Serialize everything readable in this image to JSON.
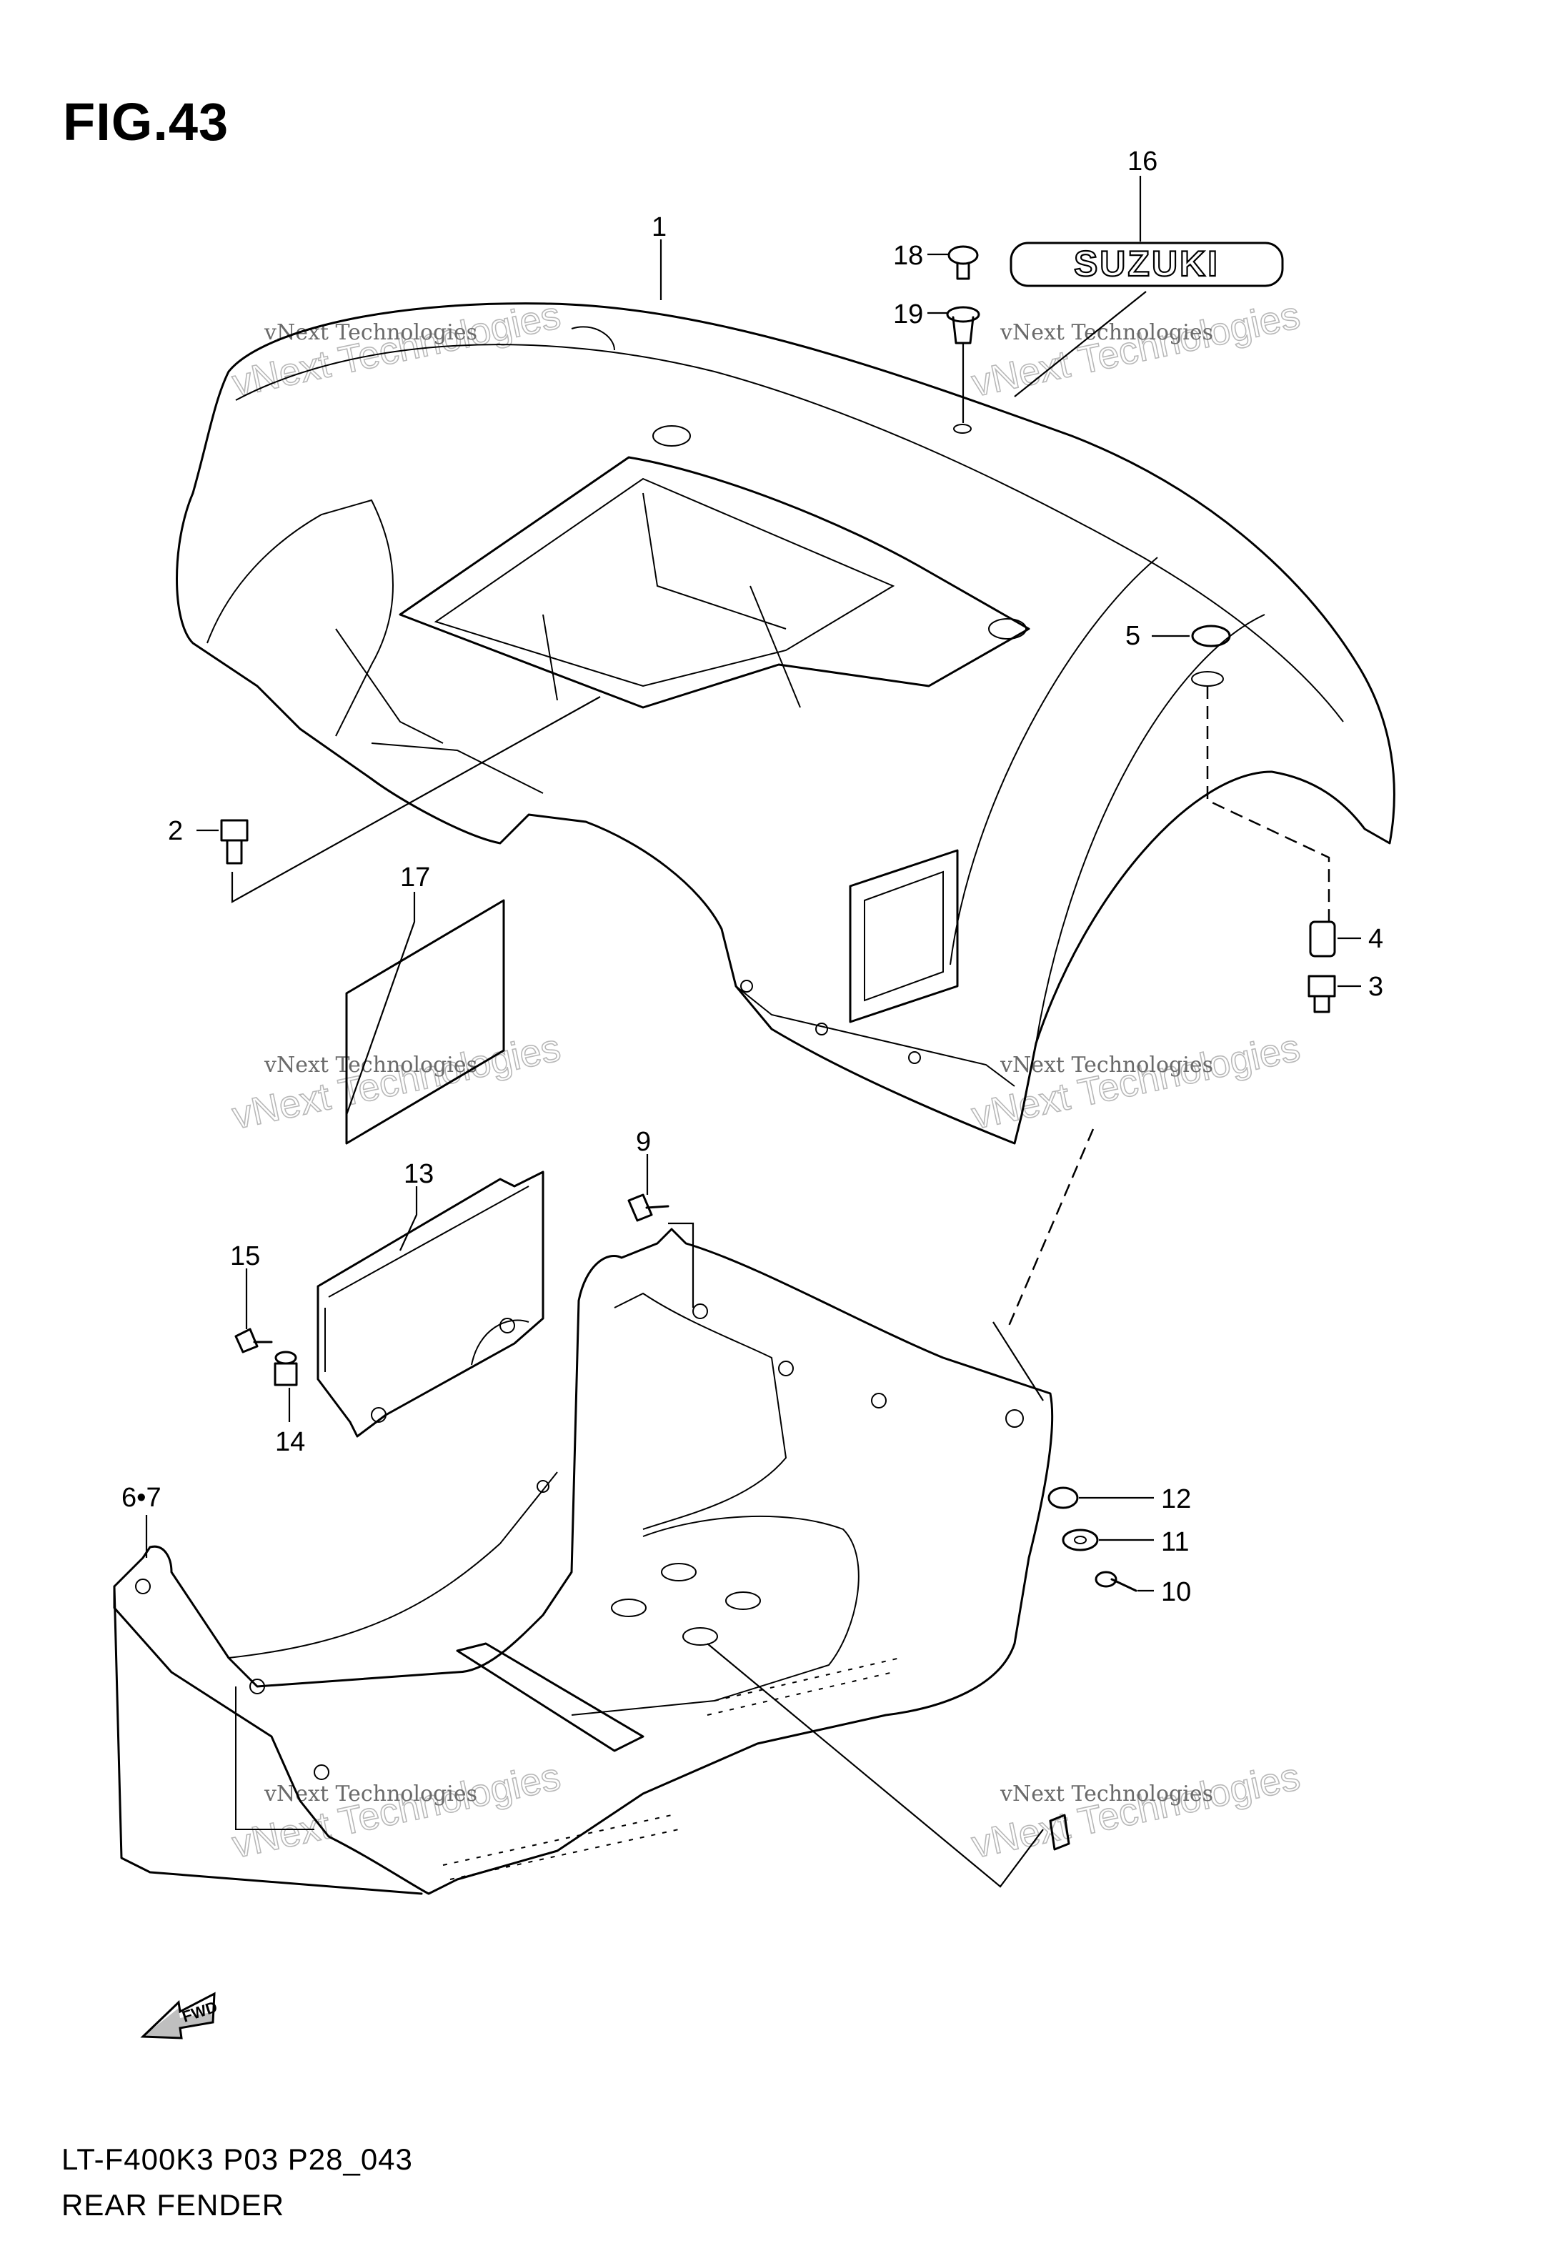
{
  "figure": {
    "title": "FIG.43"
  },
  "callouts": [
    {
      "id": "c1",
      "text": "1"
    },
    {
      "id": "c2",
      "text": "2"
    },
    {
      "id": "c3",
      "text": "3"
    },
    {
      "id": "c4",
      "text": "4"
    },
    {
      "id": "c5",
      "text": "5"
    },
    {
      "id": "c67",
      "text": "6•7"
    },
    {
      "id": "c9",
      "text": "9"
    },
    {
      "id": "c10",
      "text": "10"
    },
    {
      "id": "c11",
      "text": "11"
    },
    {
      "id": "c12",
      "text": "12"
    },
    {
      "id": "c13",
      "text": "13"
    },
    {
      "id": "c14",
      "text": "14"
    },
    {
      "id": "c15",
      "text": "15"
    },
    {
      "id": "c16",
      "text": "16"
    },
    {
      "id": "c17",
      "text": "17"
    },
    {
      "id": "c18",
      "text": "18"
    },
    {
      "id": "c19",
      "text": "19"
    }
  ],
  "emblem": {
    "text": "SUZUKI"
  },
  "watermark": {
    "line1": "vNext Technologies",
    "line2": "vNext Technologies"
  },
  "fwd_arrow": {
    "text": "FWD"
  },
  "footer": {
    "model_code": "LT-F400K3 P03 P28_043",
    "caption": "REAR FENDER"
  }
}
